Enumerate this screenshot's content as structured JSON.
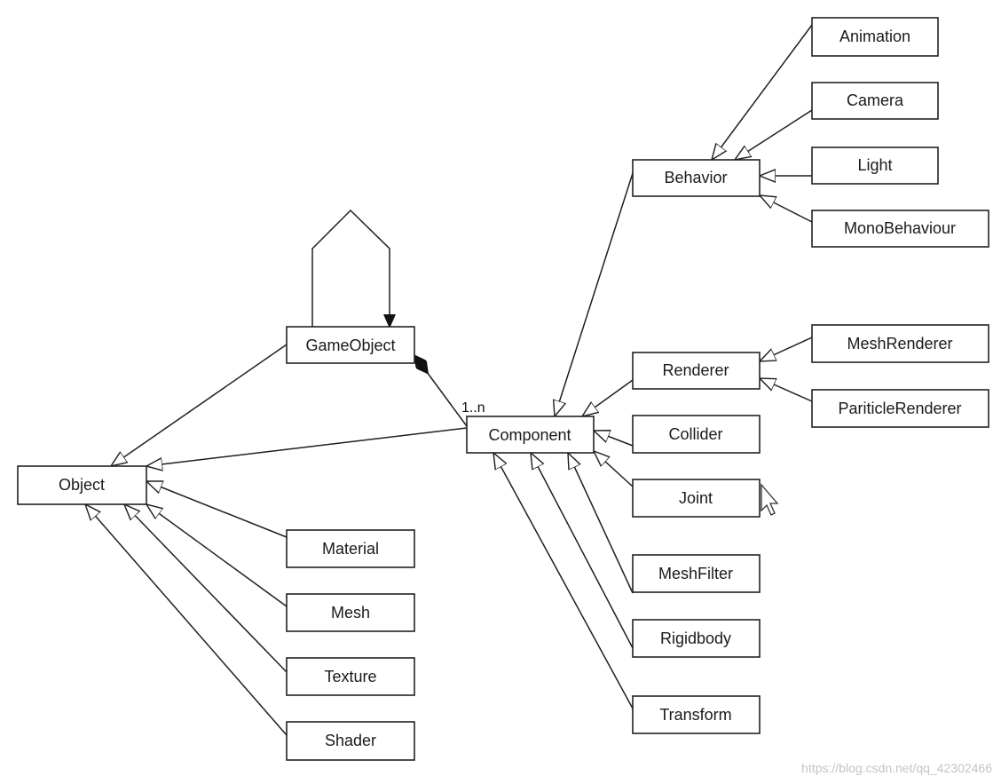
{
  "classes": {
    "object": "Object",
    "game_object": "GameObject",
    "component": "Component",
    "behavior": "Behavior",
    "animation": "Animation",
    "camera": "Camera",
    "light": "Light",
    "mono_behaviour": "MonoBehaviour",
    "renderer": "Renderer",
    "mesh_renderer": "MeshRenderer",
    "particle_renderer": "PariticleRenderer",
    "collider": "Collider",
    "joint": "Joint",
    "mesh_filter": "MeshFilter",
    "rigidbody": "Rigidbody",
    "transform": "Transform",
    "material": "Material",
    "mesh": "Mesh",
    "texture": "Texture",
    "shader": "Shader"
  },
  "multiplicity": "1..n",
  "watermark": "https://blog.csdn.net/qq_42302466",
  "colors": {
    "line": "#1f1f1f",
    "box_border": "#222222",
    "watermark": "#c4c4c4"
  }
}
